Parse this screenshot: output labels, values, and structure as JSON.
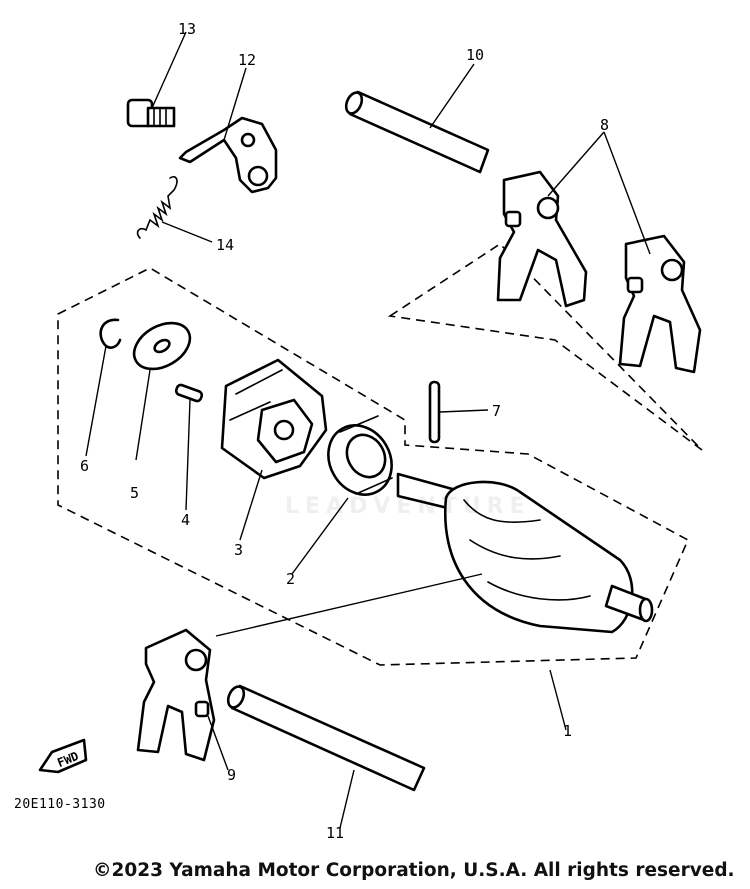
{
  "diagram": {
    "callouts": [
      "1",
      "2",
      "3",
      "4",
      "5",
      "6",
      "7",
      "8",
      "9",
      "10",
      "11",
      "12",
      "13",
      "14"
    ],
    "direction_label": "FWD",
    "part_code": "20E110-3130",
    "watermark": "LEADVENTURE"
  },
  "footer": {
    "copyright": "©2023 Yamaha Motor Corporation, U.S.A. All rights reserved."
  }
}
